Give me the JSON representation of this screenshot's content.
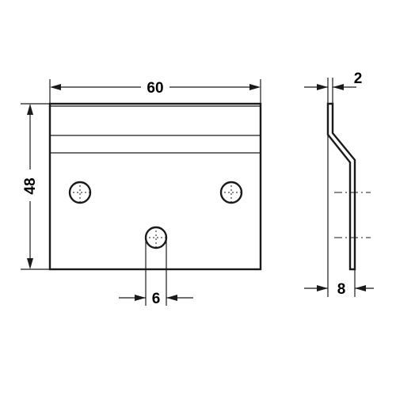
{
  "dimensions": {
    "width": "60",
    "height": "48",
    "hole_diameter": "6",
    "thickness": "2",
    "offset": "8"
  }
}
